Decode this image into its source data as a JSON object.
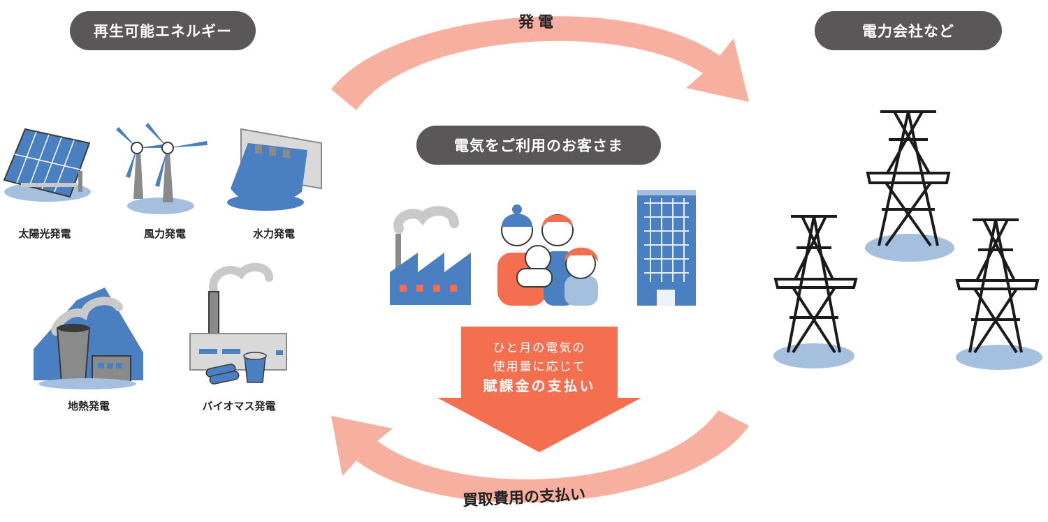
{
  "nodes": {
    "renewable": "再生可能エネルギー",
    "utility": "電力会社など",
    "customer": "電気をご利用のお客さま"
  },
  "flows": {
    "generation": "発電",
    "purchase_payment": "買取費用の支払い",
    "surcharge_line1": "ひと月の電気の",
    "surcharge_line2": "使用量に応じて",
    "surcharge_line3": "賦課金の支払い"
  },
  "sources": [
    {
      "label": "太陽光発電",
      "icon": "solar-panel-icon"
    },
    {
      "label": "風力発電",
      "icon": "wind-turbine-icon"
    },
    {
      "label": "水力発電",
      "icon": "dam-icon"
    },
    {
      "label": "地熱発電",
      "icon": "geothermal-plant-icon"
    },
    {
      "label": "バイオマス発電",
      "icon": "biomass-plant-icon"
    }
  ],
  "colors": {
    "pill": "#595757",
    "flow_arrow": "#f7b09f",
    "payment_arrow": "#f46f4f",
    "illustration_blue": "#4a7fc1",
    "shadow_blue": "#a5bfdf"
  }
}
